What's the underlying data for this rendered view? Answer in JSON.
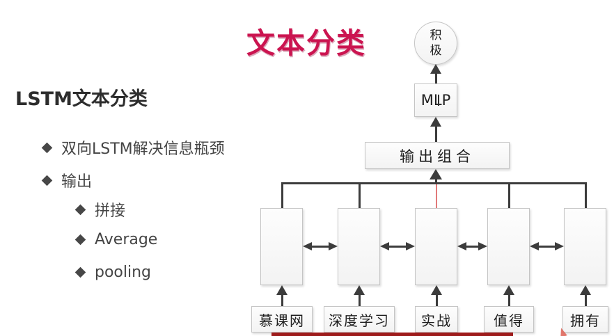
{
  "slide": {
    "title": "文本分类",
    "heading": "LSTM文本分类",
    "bullet_marker": "diamond",
    "bullets": [
      {
        "label": "双向LSTM解决信息瓶颈",
        "level": 1
      },
      {
        "label": "输出",
        "level": 1
      },
      {
        "label": "拼接",
        "level": 2
      },
      {
        "label": "Average",
        "level": 2
      },
      {
        "label": "pooling",
        "level": 2
      }
    ]
  },
  "diagram": {
    "output_class": "积极",
    "output_label_lines": [
      "积",
      "极"
    ],
    "mlp_label": "MLP",
    "combine_label": "输出组合",
    "input_words": [
      "慕课网",
      "深度学习",
      "实战",
      "值得",
      "拥有"
    ]
  },
  "colors": {
    "title_red": "#CB1450",
    "body_text": "#454545",
    "diagram_line": "#3C3C3C",
    "box_border": "#C5C5C5",
    "annotation_red": "#E27A7A",
    "laser_cursor_red": "#DD6054",
    "bottom_bar_red": "#9E1B1B"
  }
}
